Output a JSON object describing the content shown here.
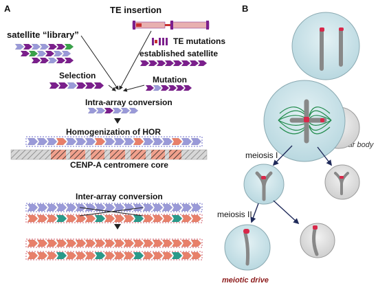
{
  "panel_a": {
    "panel_label": "A",
    "te_insertion": "TE insertion",
    "satellite_library": "satellite “library”",
    "te_mutations": "TE mutations",
    "established_satellite": "established satellite",
    "selection": "Selection",
    "mutation": "Mutation",
    "intra_array_conversion": "Intra-array conversion",
    "homogenization": "Homogenization of HOR",
    "cenp_a": "CENP-A centromere core",
    "inter_array_conversion": "Inter-array conversion"
  },
  "panel_b": {
    "panel_label": "B",
    "polar_body": "polar body",
    "meiosis_1": "meiosis I",
    "meiosis_2": "meiosis II",
    "meiotic_drive": "meiotic drive"
  },
  "colors": {
    "purple": "#7b1f8c",
    "lavender": "#9a9ad8",
    "salmon": "#e8806a",
    "green": "#3aa24a",
    "teal": "#2a9a8a",
    "centromere_red": "#d8284a",
    "cell_fill": "#cfe6ec",
    "spindle": "#1f8a4a",
    "polar_cell": "#e2e2e2",
    "arrow_navy": "#1f2a5a",
    "drive_text": "#8b1a1a"
  }
}
